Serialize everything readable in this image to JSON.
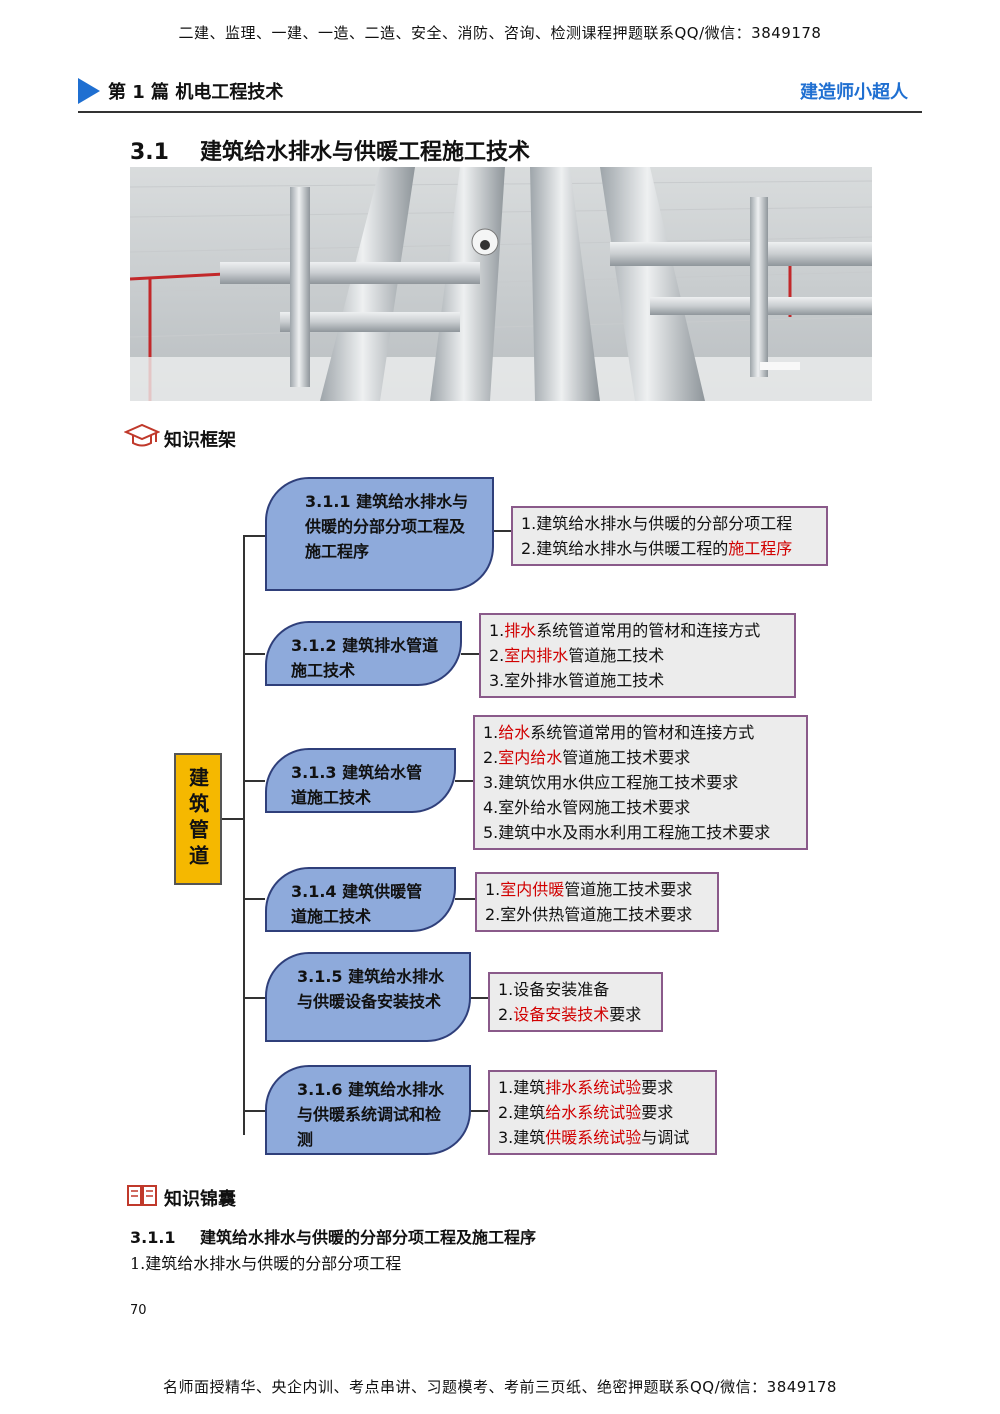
{
  "top_banner": "二建、监理、一建、一造、二造、安全、消防、咨询、检测课程押题联系QQ/微信：3849178",
  "header": {
    "chapter": "第 1 篇  机电工程技术",
    "brand": "建造师小超人"
  },
  "section": {
    "number": "3.1",
    "title": "建筑给水排水与供暖工程施工技术"
  },
  "knowledge_framework": {
    "title": "知识框架"
  },
  "mindmap": {
    "root": "建筑管道",
    "branches": [
      {
        "label": "3.1.1    建筑给水排水与供暖的分部分项工程及施工程序",
        "items": [
          {
            "parts": [
              {
                "text": "1.建筑给水排水与供暖的分部分项工程",
                "red": false
              }
            ]
          },
          {
            "parts": [
              {
                "text": "2.建筑给水排水与供暖工程的",
                "red": false
              },
              {
                "text": "施工程序",
                "red": true
              }
            ]
          }
        ]
      },
      {
        "label": "3.1.2    建筑排水管道施工技术",
        "items": [
          {
            "parts": [
              {
                "text": "1.",
                "red": false
              },
              {
                "text": "排水",
                "red": true
              },
              {
                "text": "系统管道常用的管材和连接方式",
                "red": false
              }
            ]
          },
          {
            "parts": [
              {
                "text": "2.",
                "red": false
              },
              {
                "text": "室内排水",
                "red": true
              },
              {
                "text": "管道施工技术",
                "red": false
              }
            ]
          },
          {
            "parts": [
              {
                "text": "3.室外排水管道施工技术",
                "red": false
              }
            ]
          }
        ]
      },
      {
        "label": "3.1.3    建筑给水管道施工技术",
        "items": [
          {
            "parts": [
              {
                "text": "1.",
                "red": false
              },
              {
                "text": "给水",
                "red": true
              },
              {
                "text": "系统管道常用的管材和连接方式",
                "red": false
              }
            ]
          },
          {
            "parts": [
              {
                "text": "2.",
                "red": false
              },
              {
                "text": "室内给水",
                "red": true
              },
              {
                "text": "管道施工技术要求",
                "red": false
              }
            ]
          },
          {
            "parts": [
              {
                "text": "3.建筑饮用水供应工程施工技术要求",
                "red": false
              }
            ]
          },
          {
            "parts": [
              {
                "text": "4.室外给水管网施工技术要求",
                "red": false
              }
            ]
          },
          {
            "parts": [
              {
                "text": "5.建筑中水及雨水利用工程施工技术要求",
                "red": false
              }
            ]
          }
        ]
      },
      {
        "label": "3.1.4    建筑供暖管道施工技术",
        "items": [
          {
            "parts": [
              {
                "text": "1.",
                "red": false
              },
              {
                "text": "室内供暖",
                "red": true
              },
              {
                "text": "管道施工技术要求",
                "red": false
              }
            ]
          },
          {
            "parts": [
              {
                "text": "2.室外供热管道施工技术要求",
                "red": false
              }
            ]
          }
        ]
      },
      {
        "label": "3.1.5    建筑给水排水与供暖设备安装技术",
        "items": [
          {
            "parts": [
              {
                "text": "1.设备安装准备",
                "red": false
              }
            ]
          },
          {
            "parts": [
              {
                "text": "2.",
                "red": false
              },
              {
                "text": "设备安装技术",
                "red": true
              },
              {
                "text": "要求",
                "red": false
              }
            ]
          }
        ]
      },
      {
        "label": "3.1.6    建筑给水排水与供暖系统调试和检测",
        "items": [
          {
            "parts": [
              {
                "text": "1.建筑",
                "red": false
              },
              {
                "text": "排水系统试验",
                "red": true
              },
              {
                "text": "要求",
                "red": false
              }
            ]
          },
          {
            "parts": [
              {
                "text": "2.建筑",
                "red": false
              },
              {
                "text": "给水系统试验",
                "red": true
              },
              {
                "text": "要求",
                "red": false
              }
            ]
          },
          {
            "parts": [
              {
                "text": "3.建筑",
                "red": false
              },
              {
                "text": "供暖系统试验",
                "red": true
              },
              {
                "text": "与调试",
                "red": false
              }
            ]
          }
        ]
      }
    ]
  },
  "knowledge_pouch": {
    "title": "知识锦囊"
  },
  "subsection": {
    "number": "3.1.1",
    "title": "建筑给水排水与供暖的分部分项工程及施工程序"
  },
  "body_line": "1.建筑给水排水与供暖的分部分项工程",
  "page_number": "70",
  "bottom_banner": "名师面授精华、央企内训、考点串讲、习题模考、考前三页纸、绝密押题联系QQ/微信：3849178",
  "colors": {
    "accent_blue": "#1f6fd1",
    "root_fill": "#f5b800",
    "branch_fill": "#8eaadb",
    "highlight_red": "#d10000"
  },
  "icons": [
    "arrow-icon",
    "graduation-cap-icon",
    "book-icon"
  ]
}
